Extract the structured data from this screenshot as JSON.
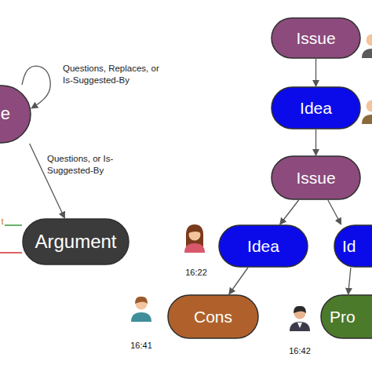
{
  "diagram": {
    "nodes": [
      {
        "text": [
          "e"
        ]
      },
      {
        "text": [
          "Argument"
        ]
      },
      {
        "text": [
          "Issue"
        ]
      },
      {
        "text": [
          "Idea"
        ]
      },
      {
        "text": [
          "Issue"
        ]
      },
      {
        "text": [
          "Idea"
        ]
      },
      {
        "text": [
          "Id"
        ]
      },
      {
        "text": [
          "Cons"
        ]
      },
      {
        "text": [
          "Pro"
        ]
      }
    ],
    "edges": [
      {
        "from": 0,
        "to": 0,
        "label": "Questions, Replaces, or Is-Suggested-By",
        "arrow": "to"
      },
      {
        "from": 0,
        "to": 1,
        "label": "Questions, or Is-Suggested-By",
        "arrow": "to"
      },
      {
        "from": 2,
        "to": 3,
        "arrow": "to"
      },
      {
        "from": 3,
        "to": 4,
        "arrow": "to"
      },
      {
        "from": 4,
        "to": 5,
        "arrow": "to"
      },
      {
        "from": 4,
        "to": 6,
        "arrow": "to"
      },
      {
        "from": 5,
        "to": 7,
        "arrow": "to"
      },
      {
        "from": 6,
        "to": 8,
        "arrow": "to"
      }
    ],
    "labels": [
      "t",
      "16:22",
      "16:41",
      "16:42"
    ]
  }
}
